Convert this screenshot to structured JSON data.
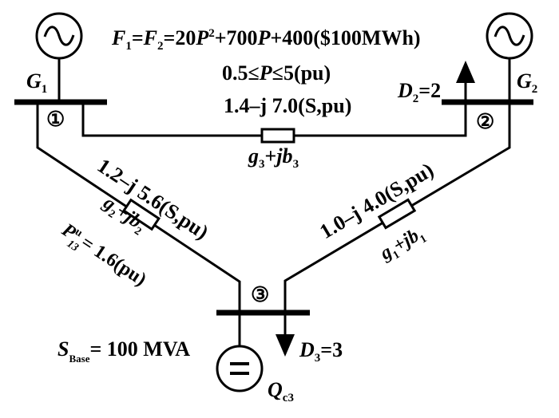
{
  "diagram": {
    "type": "three-bus power system one-line diagram",
    "cost_function": {
      "lhs_a": "F",
      "lhs_a_sub": "1",
      "lhs_b": "F",
      "lhs_b_sub": "2",
      "rhs_coef": "20",
      "rhs_var": "P",
      "rhs_exp": "2",
      "rhs_lin": "+700",
      "rhs_lin_var": "P",
      "rhs_const": "+400($100MWh)",
      "eq1": "=",
      "eq2": "="
    },
    "limits": {
      "min": "0.5≤",
      "var": "P",
      "max": "≤5(pu)"
    },
    "generators": [
      {
        "id": "G1",
        "label": "G",
        "sub": "1",
        "icon": "ac-generator-icon"
      },
      {
        "id": "G2",
        "label": "G",
        "sub": "2",
        "icon": "ac-generator-icon"
      }
    ],
    "compensator": {
      "label": "Q",
      "sub": "c3",
      "icon": "dc-source-icon"
    },
    "buses": [
      {
        "id": 1,
        "label": "①"
      },
      {
        "id": 2,
        "label": "②"
      },
      {
        "id": 3,
        "label": "③"
      }
    ],
    "loads": [
      {
        "bus": 2,
        "label": "D",
        "sub": "2",
        "value": "=2",
        "direction": "up"
      },
      {
        "bus": 3,
        "label": "D",
        "sub": "3",
        "value": "=3",
        "direction": "down"
      }
    ],
    "lines": [
      {
        "id": "1-2",
        "admittance": "1.4–j 7.0(S,pu)",
        "param_g": "g",
        "param_g_sub": "3",
        "plus": "+",
        "param_jb": "jb",
        "param_jb_sub": "3"
      },
      {
        "id": "1-3",
        "admittance": "1.2–j 5.6(S,pu)",
        "param_g": "g",
        "param_g_sub": "2",
        "plus": "+",
        "param_jb": "jb",
        "param_jb_sub": "2",
        "limit_var": "P",
        "limit_sup": "u",
        "limit_sub": "13",
        "limit_value": "= 1.6(pu)"
      },
      {
        "id": "2-3",
        "admittance": "1.0–j 4.0(S,pu)",
        "param_g": "g",
        "param_g_sub": "1",
        "plus": "+",
        "param_jb": "jb",
        "param_jb_sub": "1"
      }
    ],
    "base": {
      "var": "S",
      "sub": "Base",
      "value": "= 100 MVA"
    }
  }
}
